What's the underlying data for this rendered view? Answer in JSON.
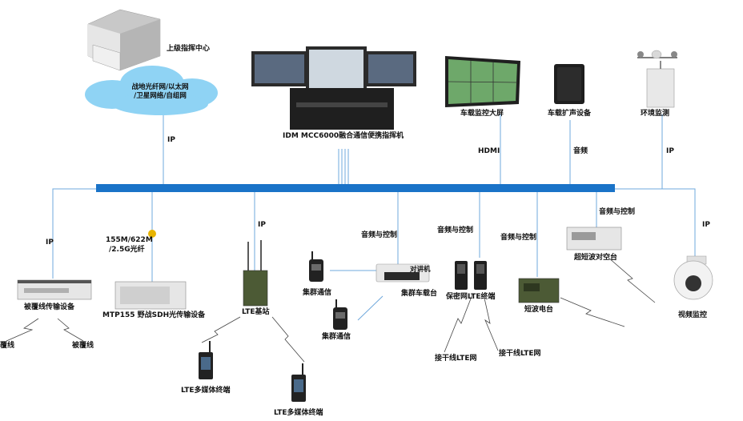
{
  "colors": {
    "bus": "#1a73c8",
    "link": "#6fa8dc",
    "cloud": "#8fd3f4",
    "device_dark": "#2b2b2b",
    "device_light": "#d9d9d9"
  },
  "nodes": {
    "command_center": "上级指挥中心",
    "network_cloud": [
      "战地光纤网/以太网",
      "/卫星网络/自组网"
    ],
    "idm": "IDM MCC6000融合通信便携指挥机",
    "monitor_screen": "车载监控大屏",
    "speaker": "车载扩声设备",
    "env_monitor": "环境监测",
    "covered_line_device": "被覆线传输设备",
    "covered_line_left": "覆线",
    "covered_line_right": "被覆线",
    "sdh_device": "MTP155 野战SDH光传输设备",
    "sdh_speed_1": "155M/622M",
    "sdh_speed_2": "/2.5G光纤",
    "lte_base": "LTE基站",
    "lte_terminal_1": "LTE多媒体终端",
    "lte_terminal_2": "LTE多媒体终端",
    "trunk_1": "集群通信",
    "trunk_2": "集群通信",
    "trunk_vehicle": "集群车载台",
    "interphone": "对讲机",
    "secure_lte": "保密网LTE终端",
    "lte_net_1": "接干线LTE网",
    "lte_net_2": "接干线LTE网",
    "shortwave": "短波电台",
    "ultra_shortwave": "超短波对空台",
    "video": "视频监控"
  },
  "links": {
    "ip_cloud": "IP",
    "hdmi": "HDMI",
    "audio": "音频",
    "ip_env": "IP",
    "ip_covered": "IP",
    "ip_lte": "IP",
    "av_trunk": "音频与控制",
    "av_secure": "音频与控制",
    "av_shortwave": "音频与控制",
    "av_ultra": "音频与控制",
    "ip_video": "IP"
  }
}
